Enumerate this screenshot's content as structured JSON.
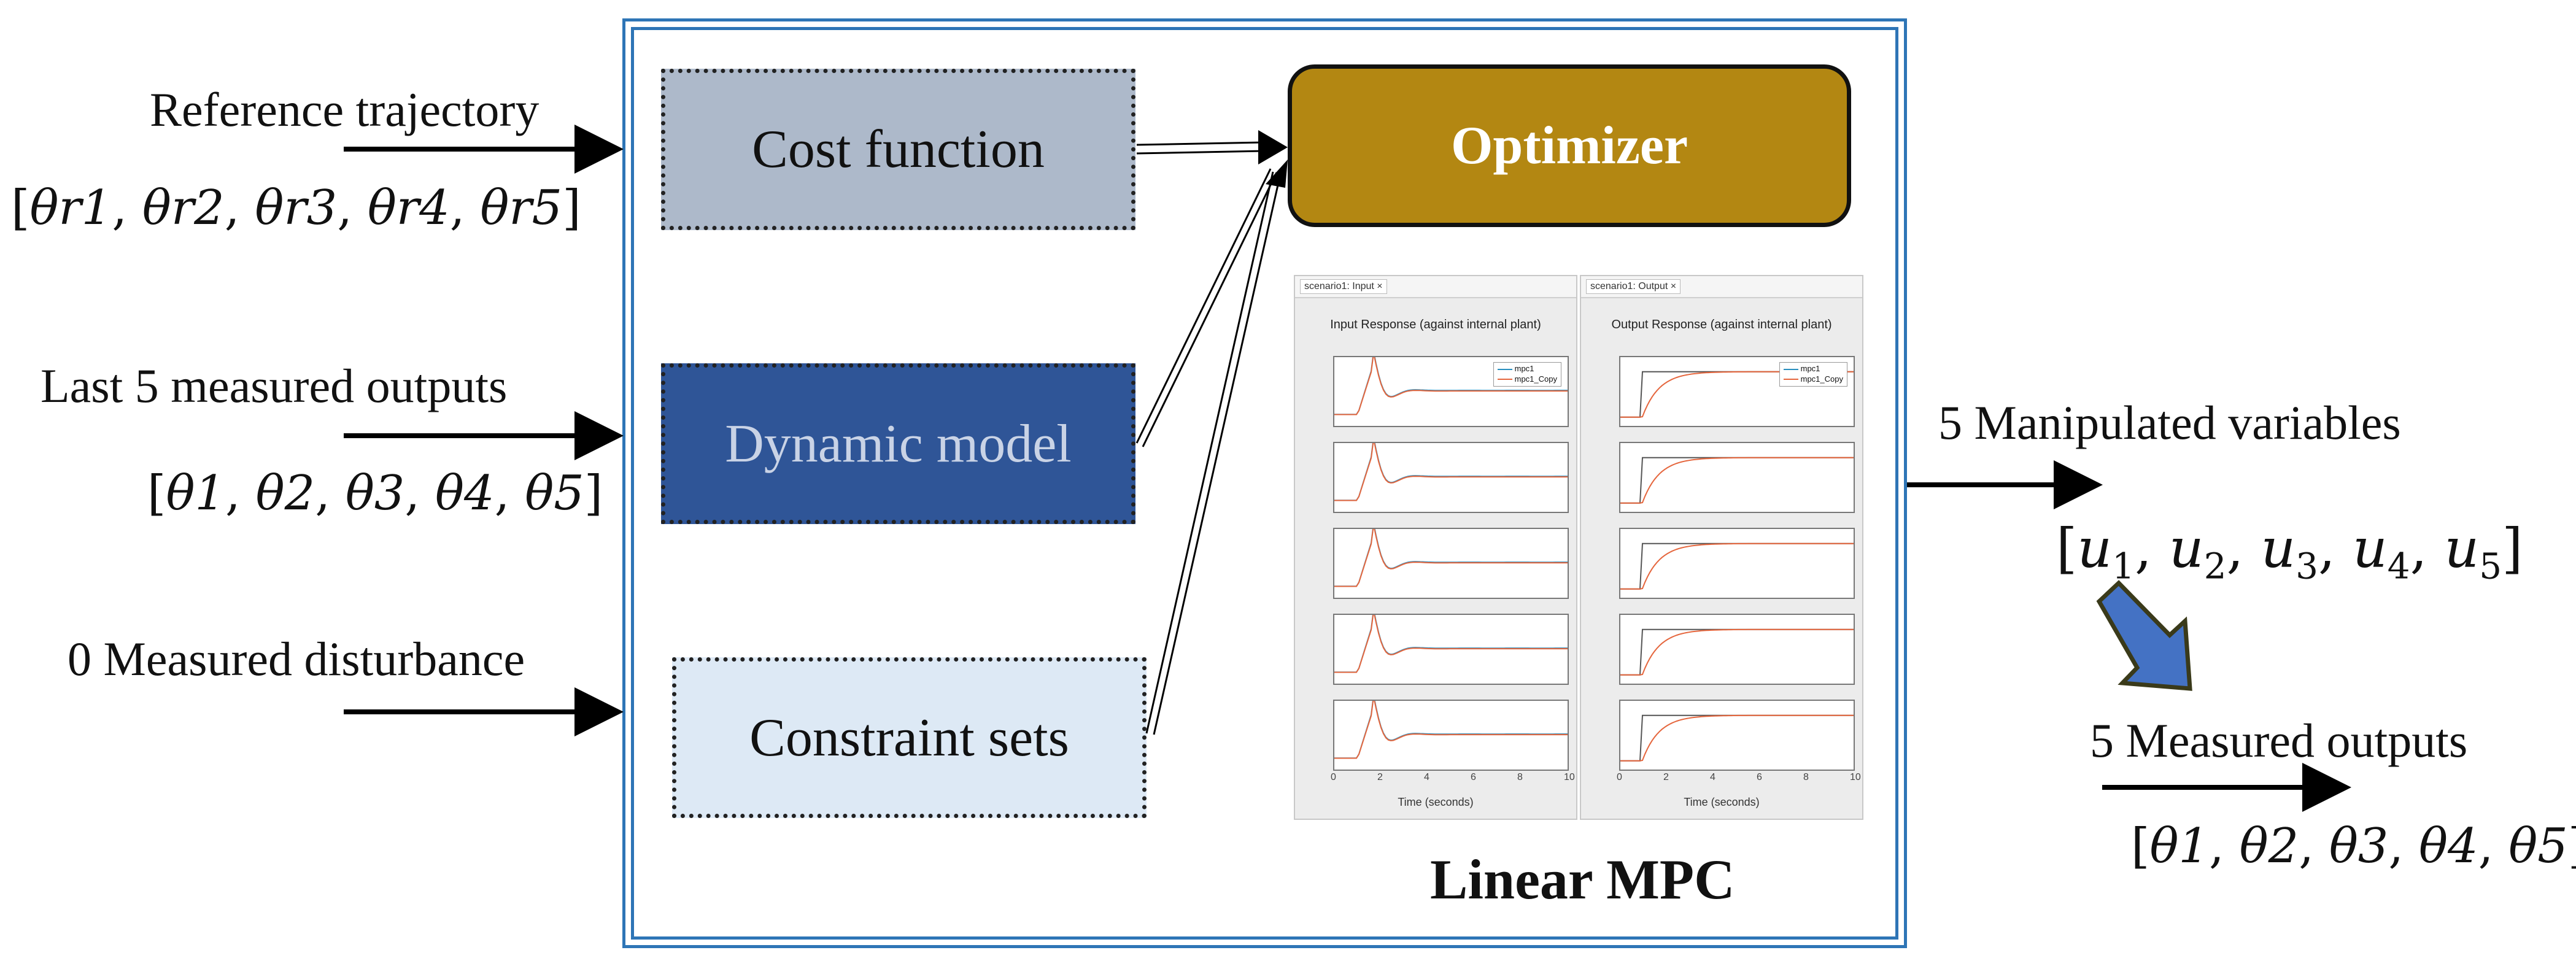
{
  "inputs": {
    "reference": {
      "label": "Reference trajectory",
      "math": [
        "θr1",
        "θr2",
        "θr3",
        "θr4",
        "θr5"
      ]
    },
    "measured": {
      "label": "Last 5 measured outputs",
      "math": [
        "θ1",
        "θ2",
        "θ3",
        "θ4",
        "θ5"
      ]
    },
    "disturbance": {
      "label": "0 Measured disturbance"
    }
  },
  "blocks": {
    "cost": "Cost function",
    "dynamic": "Dynamic model",
    "constraint": "Constraint sets",
    "optimizer": "Optimizer",
    "mpc_title": "Linear MPC"
  },
  "outputs": {
    "manipulated": {
      "label": "5 Manipulated variables",
      "math": [
        "u1",
        "u2",
        "u3",
        "u4",
        "u5"
      ]
    },
    "measured_out": {
      "label": "5 Measured outputs",
      "math": [
        "θ1",
        "θ2",
        "θ3",
        "θ4",
        "θ5"
      ]
    }
  },
  "screens": {
    "input": {
      "tab": "scenario1: Input ×",
      "title": "Input Response (against internal plant)",
      "xlabel": "Time (seconds)",
      "legend": [
        "mpc1",
        "mpc1_Copy"
      ]
    },
    "output": {
      "tab": "scenario1: Output ×",
      "title": "Output Response (against internal plant)",
      "xlabel": "Time (seconds)",
      "legend": [
        "mpc1",
        "mpc1_Copy"
      ]
    },
    "xticks": [
      "0",
      "2",
      "4",
      "6",
      "8",
      "10"
    ]
  },
  "colors": {
    "frame": "#2e75b6",
    "optimizer": "#b38712",
    "dynamic": "#2f5597",
    "cost": "#adb9ca",
    "constraint": "#dde9f5"
  }
}
